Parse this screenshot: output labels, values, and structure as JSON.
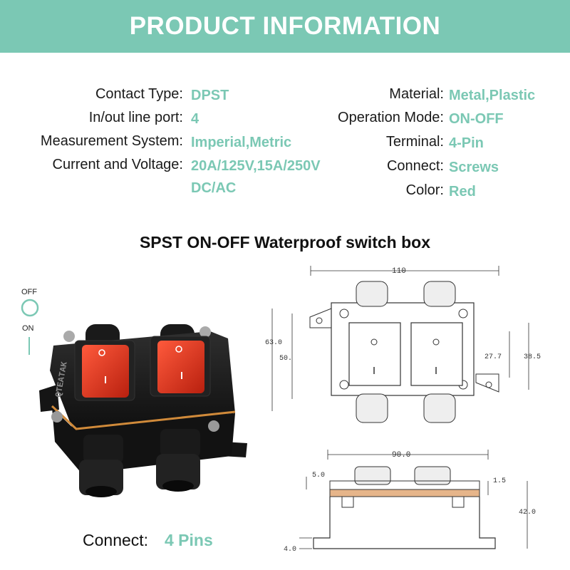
{
  "header": {
    "title": "PRODUCT INFORMATION"
  },
  "specs_left": [
    {
      "label": "Contact Type:",
      "value": "DPST"
    },
    {
      "label": "In/out line port:",
      "value": "4"
    },
    {
      "label": "Measurement System:",
      "value": "Imperial,Metric"
    },
    {
      "label": "Current and Voltage:",
      "value": "20A/125V,15A/250V",
      "value2": "DC/AC"
    }
  ],
  "specs_right": [
    {
      "label": "Material:",
      "value": "Metal,Plastic"
    },
    {
      "label": "Operation Mode:",
      "value": "ON-OFF"
    },
    {
      "label": "Terminal:",
      "value": "4-Pin"
    },
    {
      "label": "Connect:",
      "value": "Screws"
    },
    {
      "label": "Color:",
      "value": "Red"
    }
  ],
  "section": {
    "title": "SPST ON-OFF Waterproof switch box"
  },
  "states": {
    "off": "OFF",
    "on": "ON"
  },
  "product": {
    "brand": "QTEATAK"
  },
  "dimensions": {
    "top_width": "110",
    "total_height": "63.0",
    "inner_height": "50.",
    "switch_height": "27.7",
    "plate_height": "38.5",
    "side_width": "90.0",
    "lid": "5.0",
    "gasket": "1.5",
    "body_height": "42.0",
    "base": "4.0"
  },
  "footer": {
    "connect_label": "Connect:",
    "connect_value": "4 Pins"
  },
  "colors": {
    "accent": "#7bc8b4",
    "switch_red": "#e8321e",
    "housing": "#1b1b1b",
    "gasket": "#d08a3a"
  }
}
